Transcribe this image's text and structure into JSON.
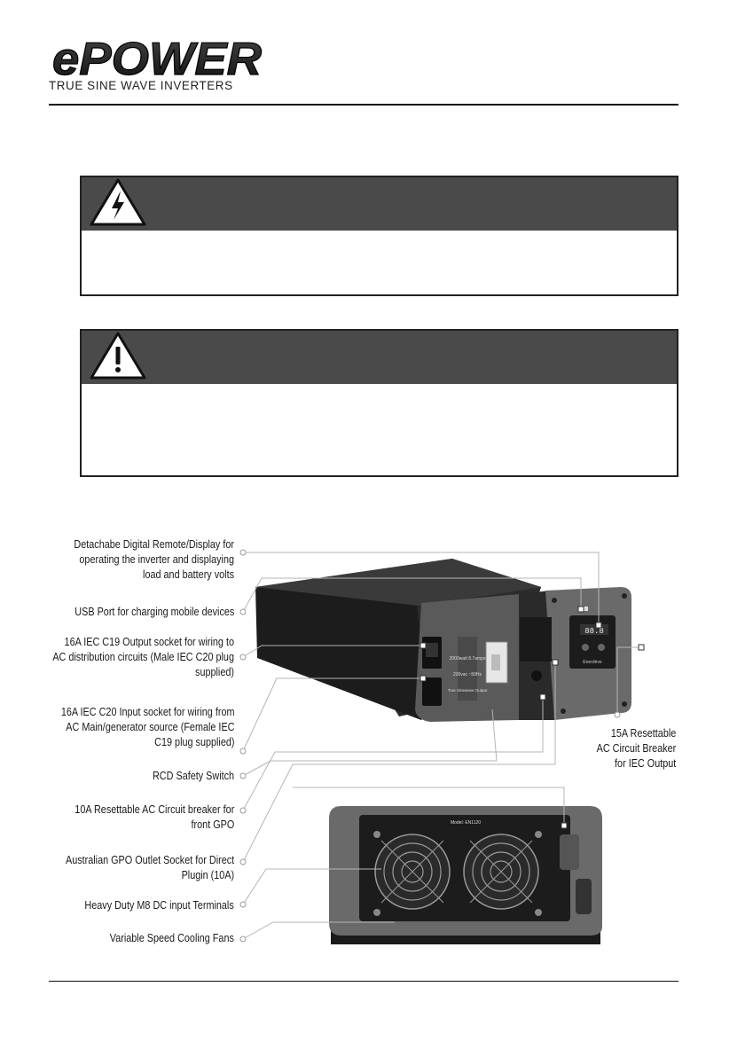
{
  "header": {
    "logo_text": "ePOWER",
    "tagline": "TRUE SINE WAVE INVERTERS"
  },
  "warnings": {
    "electric_box_text": "",
    "caution_box_text": ""
  },
  "callouts": {
    "remote": [
      "Detachabe Digital Remote/Display for",
      "operating the inverter and displaying",
      "load and battery volts"
    ],
    "usb": [
      "USB Port for charging mobile devices"
    ],
    "output_socket": [
      "16A IEC C19 Output socket for wiring to",
      "AC distribution circuits (Male IEC C20 plug",
      "supplied)"
    ],
    "input_socket": [
      "16A IEC C20 Input socket for wiring from",
      "AC Main/generator source (Female IEC",
      "C19 plug supplied)"
    ],
    "rcd": [
      "RCD Safety Switch"
    ],
    "breaker_gpo": [
      "10A Resettable AC Circuit breaker for",
      "front GPO"
    ],
    "gpo_outlet": [
      "Australian GPO Outlet Socket for Direct",
      "Plugin (10A)"
    ],
    "dc_terminals": [
      "Heavy Duty M8 DC input Terminals"
    ],
    "fans": [
      "Variable Speed Cooling Fans"
    ],
    "breaker_iec": [
      "15A Resettable",
      "AC Circuit Breaker",
      "for IEC Output"
    ]
  },
  "device_labels": {
    "rating_1": "2000watt 8.7amps",
    "rating_2": "230vac ~50Hz",
    "output_label": "True Sinewave Output",
    "display_reading": "88.8",
    "brand_mark": "Enerdrive",
    "model_plate": "Model: EN1120"
  },
  "colors": {
    "banner": "#4a4a4a",
    "logo_fill": "#2b2b2b",
    "device_body": "#1c1c1c",
    "device_panel": "#5a5a5a",
    "leader_line": "#b5b5b5"
  }
}
